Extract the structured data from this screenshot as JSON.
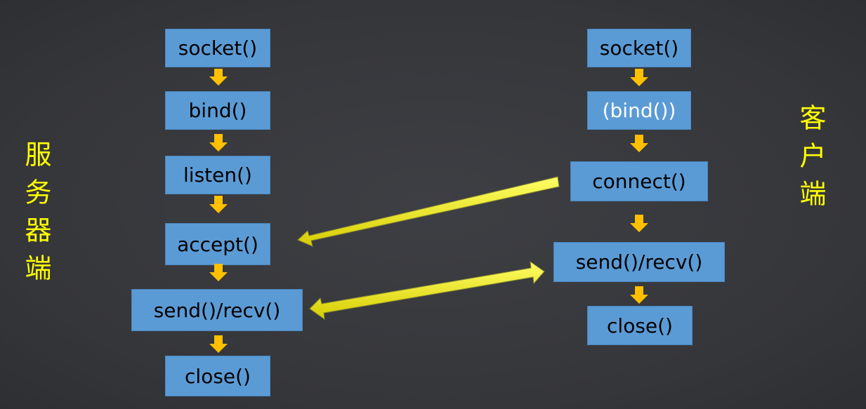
{
  "server": {
    "label": "服务器端",
    "steps": [
      "socket()",
      "bind()",
      "listen()",
      "accept()",
      "send()/recv()",
      "close()"
    ]
  },
  "client": {
    "label": "客户端",
    "steps": [
      "socket()",
      "(bind())",
      "connect()",
      "send()/recv()",
      "close()"
    ]
  },
  "colors": {
    "background": "#3a3b3f",
    "box_fill": "#5b9bd5",
    "box_text": "#000000",
    "optional_text": "#ffffff",
    "step_arrow": "#ffc000",
    "link_arrow": "#ffff00",
    "label": "#ffff00"
  }
}
